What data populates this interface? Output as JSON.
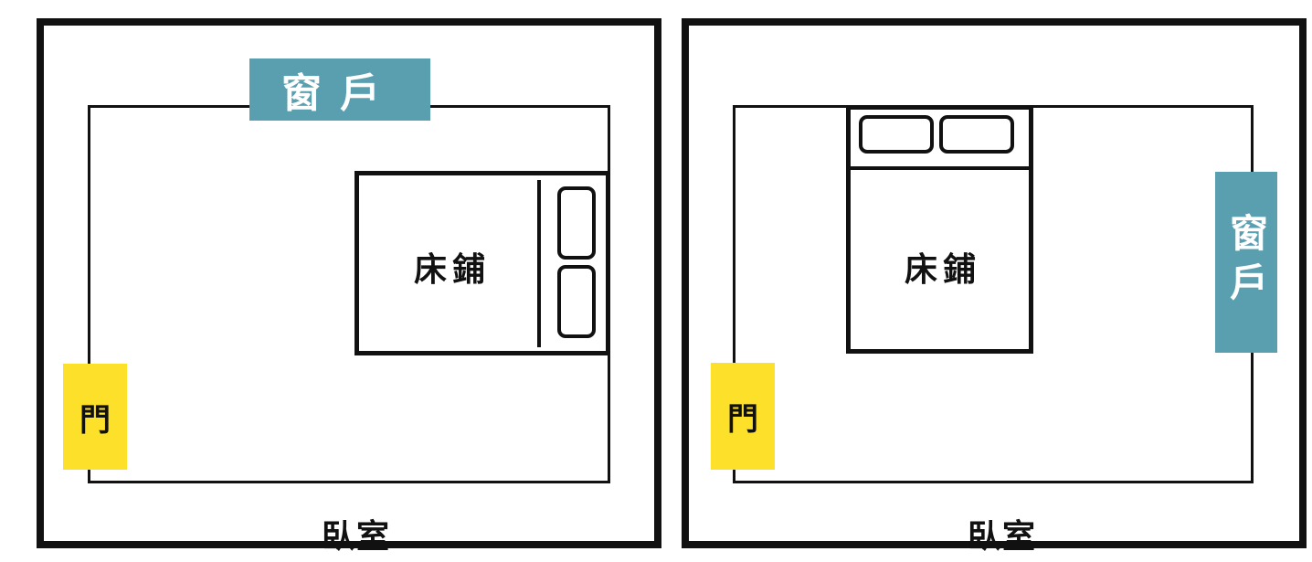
{
  "left_plan": {
    "window": "窗戶",
    "bed": "床鋪",
    "door": "門",
    "room": "臥室"
  },
  "right_plan": {
    "window": "窗戶",
    "bed": "床鋪",
    "door": "門",
    "room": "臥室"
  },
  "colors": {
    "window_fill": "#5a9fb0",
    "door_fill": "#fde02a",
    "outline": "#111111"
  }
}
